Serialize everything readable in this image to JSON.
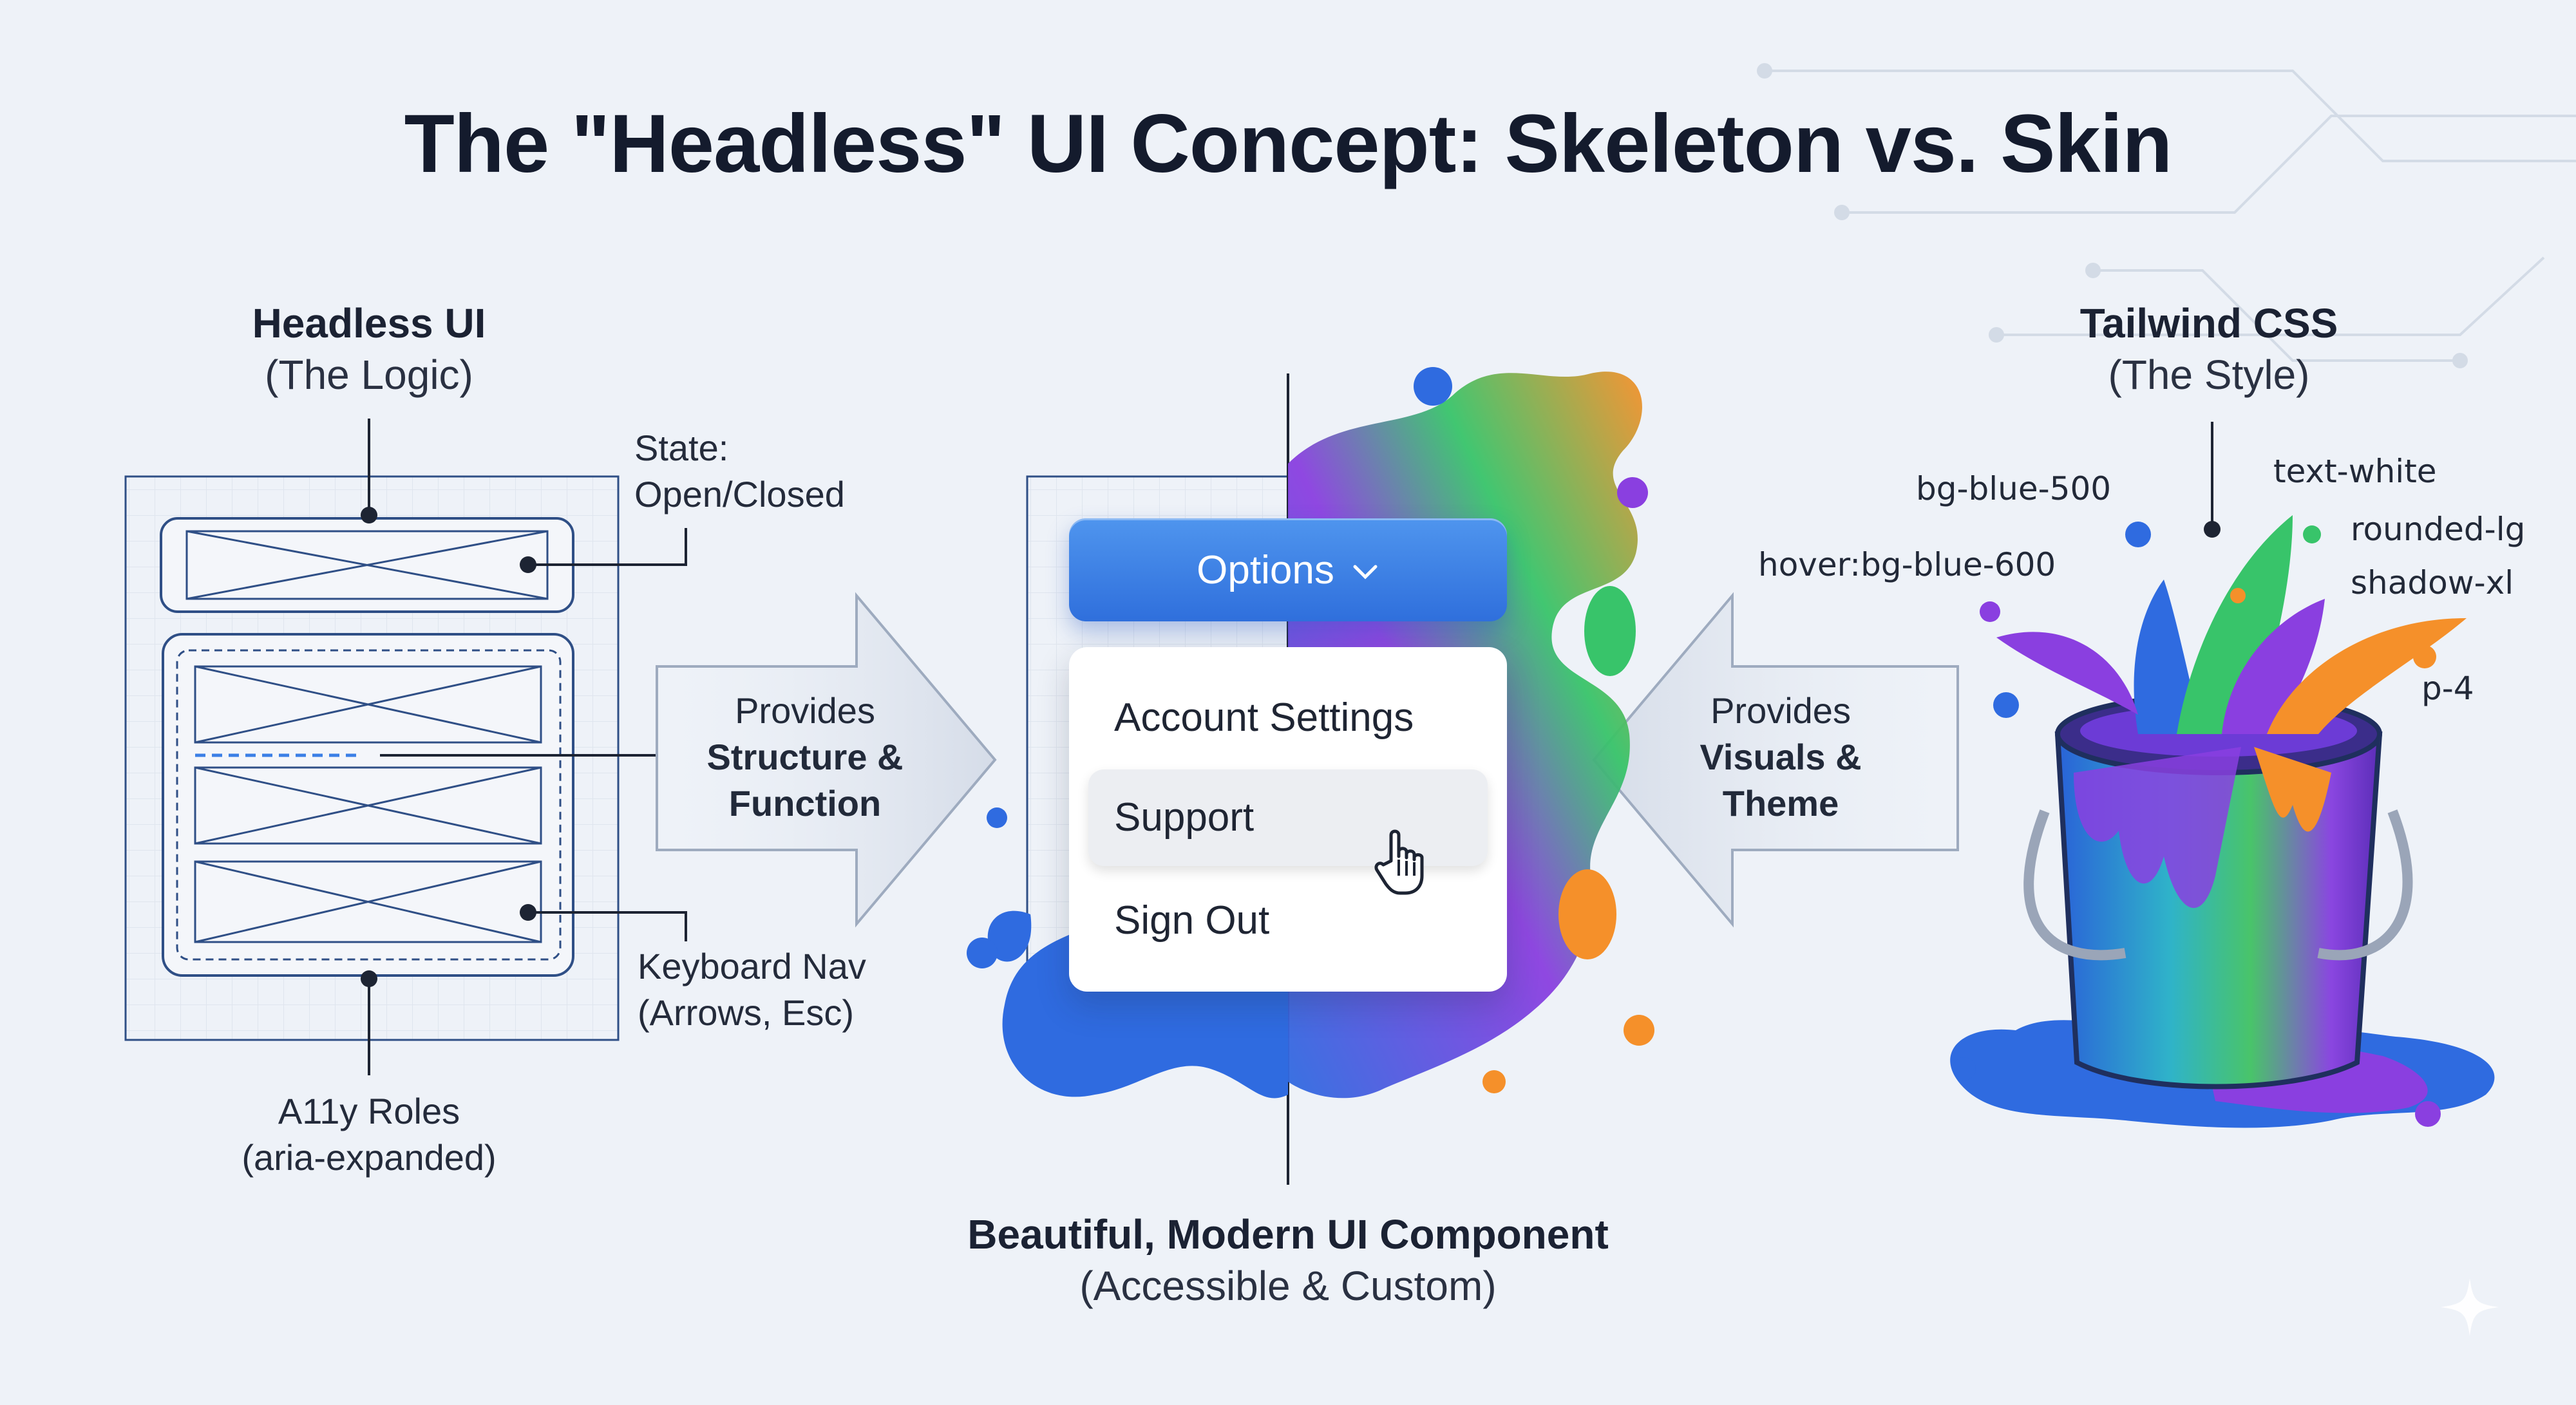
{
  "title": "The \"Headless\" UI Concept: Skeleton vs. Skin",
  "left": {
    "heading": "Headless UI",
    "subheading": "(The Logic)",
    "callouts": {
      "state": [
        "State:",
        "Open/Closed"
      ],
      "keyboard": [
        "Keyboard Nav",
        "(Arrows, Esc)"
      ],
      "a11y": [
        "A11y Roles",
        "(aria-expanded)"
      ]
    }
  },
  "left_arrow": {
    "line1": "Provides",
    "line2": "Structure &",
    "line3": "Function"
  },
  "center": {
    "button_label": "Options",
    "menu_items": [
      "Account Settings",
      "Support",
      "Sign Out"
    ],
    "hovered_item": "Support",
    "caption_title": "Beautiful, Modern UI Component",
    "caption_sub": "(Accessible & Custom)"
  },
  "right_arrow": {
    "line1": "Provides",
    "line2": "Visuals &",
    "line3": "Theme"
  },
  "right": {
    "heading": "Tailwind CSS",
    "subheading": "(The Style)",
    "classes": {
      "bg": "bg-blue-500",
      "text": "text-white",
      "hover": "hover:bg-blue-600",
      "rounded": "rounded-lg",
      "shadow": "shadow-xl",
      "padding": "p-4"
    }
  },
  "colors": {
    "accent_blue": "#3b7fe6",
    "wireframe": "#2f4f86",
    "arrow_fill": "#dde3ec",
    "paint_blue": "#2f6be0",
    "paint_purple": "#8a3fe0",
    "paint_green": "#38c46a",
    "paint_orange": "#f5902a"
  },
  "icons": [
    "chevron-down-icon",
    "hand-cursor-icon"
  ]
}
